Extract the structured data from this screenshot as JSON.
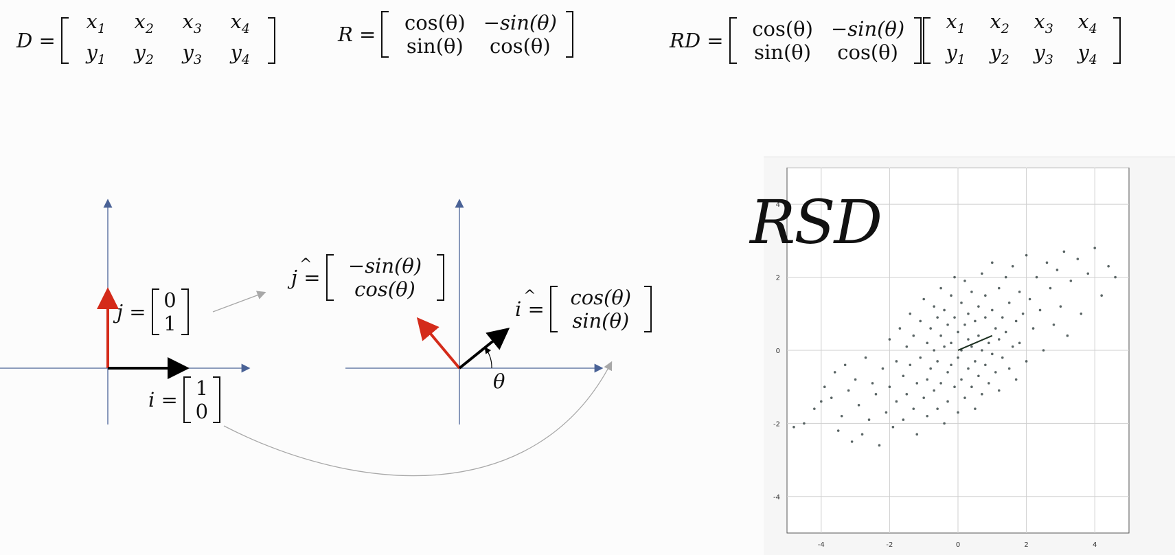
{
  "formulas": {
    "d": {
      "lhs": "D =",
      "rows": [
        [
          "x1",
          "x2",
          "x3",
          "x4"
        ],
        [
          "y1",
          "y2",
          "y3",
          "y4"
        ]
      ]
    },
    "r": {
      "lhs": "R =",
      "rows": [
        [
          "cos(θ)",
          "−sin(θ)"
        ],
        [
          "sin(θ)",
          "cos(θ)"
        ]
      ]
    },
    "rd": {
      "lhs": "RD =",
      "left_rows": [
        [
          "cos(θ)",
          "−sin(θ)"
        ],
        [
          "sin(θ)",
          "cos(θ)"
        ]
      ],
      "right_rows": [
        [
          "x1",
          "x2",
          "x3",
          "x4"
        ],
        [
          "y1",
          "y2",
          "y3",
          "y4"
        ]
      ]
    }
  },
  "basis": {
    "j": {
      "label": "j =",
      "v": [
        "0",
        "1"
      ]
    },
    "i": {
      "label": "i =",
      "v": [
        "1",
        "0"
      ]
    },
    "j_hat": {
      "label": "j =",
      "v": [
        "−sin(θ)",
        "cos(θ)"
      ]
    },
    "i_hat": {
      "label": "i =",
      "v": [
        "cos(θ)",
        "sin(θ)"
      ]
    },
    "theta": "θ"
  },
  "colors": {
    "red_arrow": "#d42b1a",
    "black_arrow": "#000000",
    "axis": "#4a6296",
    "connector": "#a8a8a8"
  },
  "chart_data": {
    "type": "scatter",
    "title": "RSD",
    "xlim": [
      -5,
      5
    ],
    "ylim": [
      -5,
      5
    ],
    "xticks": [
      -4,
      -2,
      0,
      2,
      4
    ],
    "yticks": [
      -4,
      -2,
      0,
      2,
      4
    ],
    "grid": true,
    "series": [
      {
        "points": [
          [
            -4.8,
            -2.1
          ],
          [
            -4.5,
            -2.0
          ],
          [
            -4.2,
            -1.6
          ],
          [
            -4.0,
            -1.4
          ],
          [
            -3.9,
            -1.0
          ],
          [
            -3.7,
            -1.3
          ],
          [
            -3.6,
            -0.6
          ],
          [
            -3.5,
            -2.2
          ],
          [
            -3.4,
            -1.8
          ],
          [
            -3.3,
            -0.4
          ],
          [
            -3.2,
            -1.1
          ],
          [
            -3.1,
            -2.5
          ],
          [
            -3.0,
            -0.8
          ],
          [
            -2.9,
            -1.5
          ],
          [
            -2.8,
            -2.3
          ],
          [
            -2.7,
            -0.2
          ],
          [
            -2.6,
            -1.9
          ],
          [
            -2.5,
            -0.9
          ],
          [
            -2.4,
            -1.2
          ],
          [
            -2.3,
            -2.6
          ],
          [
            -2.2,
            -0.5
          ],
          [
            -2.1,
            -1.7
          ],
          [
            -2.0,
            0.3
          ],
          [
            -2.0,
            -1.0
          ],
          [
            -1.9,
            -2.1
          ],
          [
            -1.8,
            -0.3
          ],
          [
            -1.8,
            -1.4
          ],
          [
            -1.7,
            0.6
          ],
          [
            -1.6,
            -0.7
          ],
          [
            -1.6,
            -1.9
          ],
          [
            -1.5,
            0.1
          ],
          [
            -1.5,
            -1.2
          ],
          [
            -1.4,
            1.0
          ],
          [
            -1.4,
            -0.4
          ],
          [
            -1.3,
            -1.6
          ],
          [
            -1.3,
            0.4
          ],
          [
            -1.2,
            -0.9
          ],
          [
            -1.2,
            -2.3
          ],
          [
            -1.1,
            0.8
          ],
          [
            -1.1,
            -0.2
          ],
          [
            -1.0,
            -1.3
          ],
          [
            -1.0,
            1.4
          ],
          [
            -0.9,
            0.2
          ],
          [
            -0.9,
            -0.8
          ],
          [
            -0.9,
            -1.8
          ],
          [
            -0.8,
            0.6
          ],
          [
            -0.8,
            -0.5
          ],
          [
            -0.7,
            1.2
          ],
          [
            -0.7,
            -1.1
          ],
          [
            -0.7,
            0.0
          ],
          [
            -0.6,
            -1.6
          ],
          [
            -0.6,
            0.9
          ],
          [
            -0.6,
            -0.3
          ],
          [
            -0.5,
            1.7
          ],
          [
            -0.5,
            0.4
          ],
          [
            -0.5,
            -0.9
          ],
          [
            -0.4,
            -2.0
          ],
          [
            -0.4,
            0.1
          ],
          [
            -0.4,
            1.1
          ],
          [
            -0.3,
            -0.6
          ],
          [
            -0.3,
            0.7
          ],
          [
            -0.3,
            -1.4
          ],
          [
            -0.2,
            1.5
          ],
          [
            -0.2,
            0.2
          ],
          [
            -0.2,
            -0.4
          ],
          [
            -0.1,
            -1.0
          ],
          [
            -0.1,
            0.9
          ],
          [
            -0.1,
            2.0
          ],
          [
            0.0,
            -0.2
          ],
          [
            0.0,
            0.5
          ],
          [
            0.0,
            -1.7
          ],
          [
            0.1,
            1.3
          ],
          [
            0.1,
            0.0
          ],
          [
            0.1,
            -0.8
          ],
          [
            0.2,
            0.7
          ],
          [
            0.2,
            -1.3
          ],
          [
            0.2,
            1.9
          ],
          [
            0.3,
            0.3
          ],
          [
            0.3,
            -0.5
          ],
          [
            0.3,
            1.0
          ],
          [
            0.4,
            -1.0
          ],
          [
            0.4,
            1.6
          ],
          [
            0.4,
            0.1
          ],
          [
            0.5,
            -0.3
          ],
          [
            0.5,
            0.8
          ],
          [
            0.5,
            -1.6
          ],
          [
            0.6,
            1.2
          ],
          [
            0.6,
            0.4
          ],
          [
            0.6,
            -0.7
          ],
          [
            0.7,
            2.1
          ],
          [
            0.7,
            0.0
          ],
          [
            0.7,
            -1.2
          ],
          [
            0.8,
            0.9
          ],
          [
            0.8,
            -0.4
          ],
          [
            0.8,
            1.5
          ],
          [
            0.9,
            0.2
          ],
          [
            0.9,
            -0.9
          ],
          [
            1.0,
            1.1
          ],
          [
            1.0,
            -0.1
          ],
          [
            1.0,
            2.4
          ],
          [
            1.1,
            0.6
          ],
          [
            1.1,
            -0.6
          ],
          [
            1.2,
            1.7
          ],
          [
            1.2,
            0.3
          ],
          [
            1.2,
            -1.1
          ],
          [
            1.3,
            0.9
          ],
          [
            1.3,
            -0.2
          ],
          [
            1.4,
            2.0
          ],
          [
            1.4,
            0.5
          ],
          [
            1.5,
            -0.5
          ],
          [
            1.5,
            1.3
          ],
          [
            1.6,
            0.1
          ],
          [
            1.6,
            2.3
          ],
          [
            1.7,
            0.8
          ],
          [
            1.7,
            -0.8
          ],
          [
            1.8,
            1.6
          ],
          [
            1.8,
            0.2
          ],
          [
            1.9,
            1.0
          ],
          [
            2.0,
            2.6
          ],
          [
            2.0,
            -0.3
          ],
          [
            2.1,
            1.4
          ],
          [
            2.2,
            0.6
          ],
          [
            2.3,
            2.0
          ],
          [
            2.4,
            1.1
          ],
          [
            2.5,
            0.0
          ],
          [
            2.6,
            2.4
          ],
          [
            2.7,
            1.7
          ],
          [
            2.8,
            0.7
          ],
          [
            2.9,
            2.2
          ],
          [
            3.0,
            1.2
          ],
          [
            3.1,
            2.7
          ],
          [
            3.2,
            0.4
          ],
          [
            3.3,
            1.9
          ],
          [
            3.5,
            2.5
          ],
          [
            3.6,
            1.0
          ],
          [
            3.8,
            2.1
          ],
          [
            4.0,
            2.8
          ],
          [
            4.2,
            1.5
          ],
          [
            4.4,
            2.3
          ],
          [
            4.6,
            2.0
          ]
        ]
      }
    ],
    "vector": {
      "from": [
        0,
        0
      ],
      "to": [
        1.0,
        0.4
      ]
    }
  }
}
